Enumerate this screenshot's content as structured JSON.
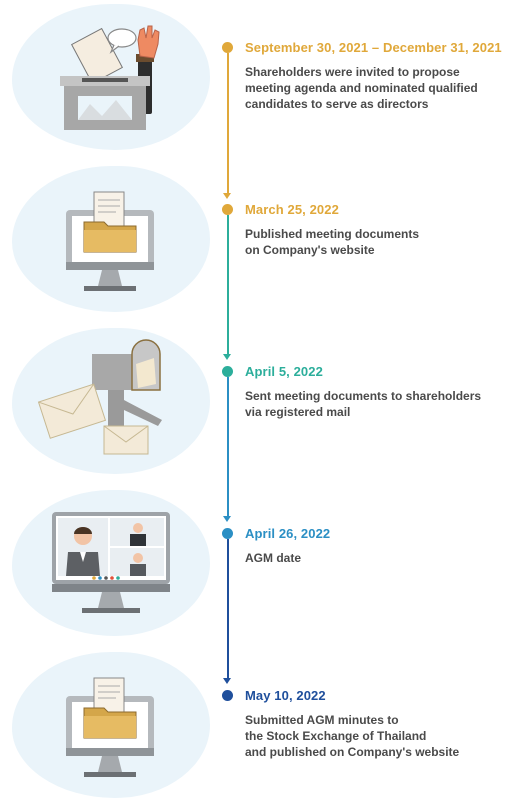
{
  "colors": {
    "blob": "#eaf4fa",
    "gold": "#e0a83a",
    "teal": "#2cae9b",
    "blue": "#2b8fc4",
    "navy": "#1f4f9c"
  },
  "timeline": [
    {
      "date": "September 30, 2021 – December 31, 2021",
      "description": "Shareholders were invited to propose\nmeeting agenda and nominated qualified\ncandidates to serve as directors",
      "icon": "ballot-box-icon"
    },
    {
      "date": "March 25, 2022",
      "description": "Published meeting documents\non Company's website",
      "icon": "computer-folder-icon"
    },
    {
      "date": "April 5, 2022",
      "description": "Sent meeting documents to shareholders\nvia registered mail",
      "icon": "mailbox-icon"
    },
    {
      "date": "April 26, 2022",
      "description": "AGM date",
      "icon": "video-conference-icon"
    },
    {
      "date": "May 10, 2022",
      "description": "Submitted AGM minutes to\nthe Stock Exchange of Thailand\nand published on Company's website",
      "icon": "computer-folder-icon"
    }
  ]
}
